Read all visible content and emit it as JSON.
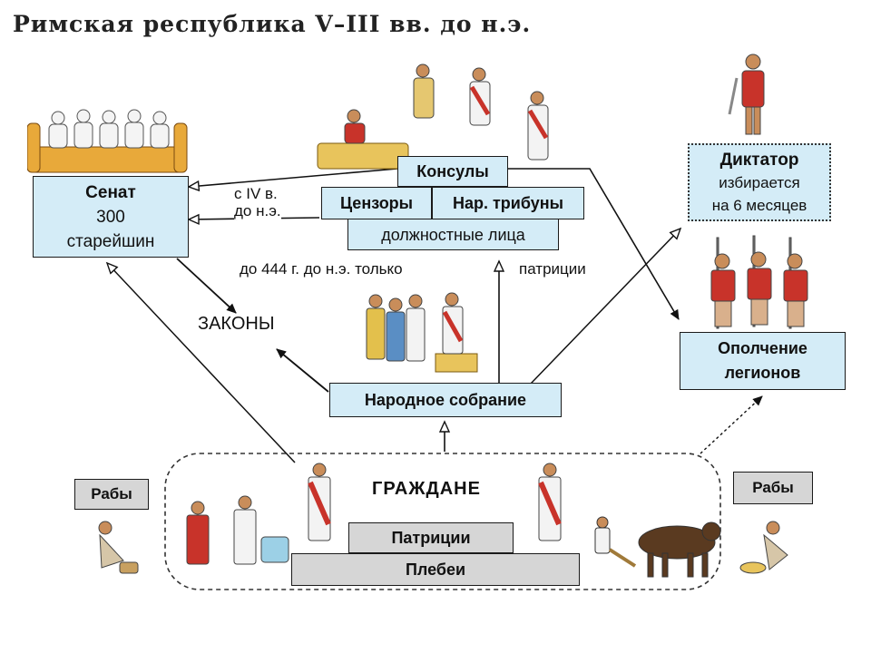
{
  "title": "Римская республика V–III вв. до н.э.",
  "senate": {
    "line1": "Сенат",
    "line2": "300",
    "line3": "старейшин"
  },
  "officials": {
    "consuls": "Консулы",
    "censors": "Цензоры",
    "tribunes": "Нар. трибуны",
    "group": "должностные лица"
  },
  "dictator": {
    "line1": "Диктатор",
    "line2": "избирается",
    "line3": "на 6 месяцев"
  },
  "militia": {
    "line1": "Ополчение",
    "line2": "легионов"
  },
  "assembly": "Народное собрание",
  "laws": "ЗАКОНЫ",
  "since_iv": {
    "line1": "с IV в.",
    "line2": "до н.э."
  },
  "patricians_only": {
    "left": "до 444 г. до н.э. только",
    "right": "патриции"
  },
  "citizens": {
    "label": "ГРАЖДАНЕ",
    "patricians": "Патриции",
    "plebeians": "Плебеи"
  },
  "slaves_left": "Рабы",
  "slaves_right": "Рабы"
}
